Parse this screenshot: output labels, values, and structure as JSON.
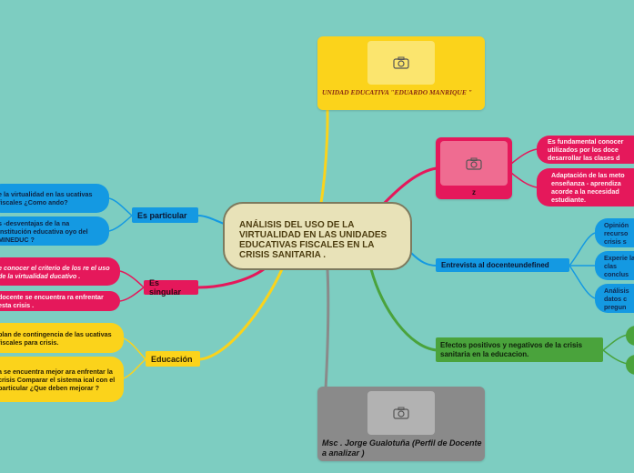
{
  "center": {
    "title": "ANÁLISIS DEL USO DE LA VIRTUALIDAD EN LAS UNIDADES EDUCATIVAS FISCALES EN LA CRISIS SANITARIA ."
  },
  "top_card": {
    "caption": "UNIDAD EDUCATIVA   \"EDUARDO MANRIQUE \""
  },
  "bottom_card": {
    "caption": "Msc .  Jorge Gualotuña (Perfil de Docente a analizar )"
  },
  "z_card": {
    "label": "z"
  },
  "branches": {
    "es_particular": {
      "label": "Es particular",
      "children": [
        "e la virtualidad en las ucativas fiscales ¿Como ando?",
        "s -desventajas de la na institución educativa oyo del MINEDUC ?"
      ]
    },
    "es_singular": {
      "label": "Es singular",
      "children": [
        "e  conocer el criterio de los re el uso de la  virtualidad ducativo .",
        "docente se encuentra ra enfrentar esta crisis ."
      ]
    },
    "educacion": {
      "label": "Educación",
      "children": [
        "plan de contingencia de las ucativas fiscales para crisis.",
        "a se encuentra mejor ara enfrentar la crisis Comparar el sistema ical con el particular ¿Que deben mejorar ?"
      ]
    },
    "z_children": [
      "Es fundamental conocer utilizados por los doce desarrollar las clases d",
      "Adaptación de las meto enseñanza - aprendiza acorde a la necesidad estudiante."
    ],
    "entrevista": {
      "label": "Entrevista al docenteundefined",
      "children": [
        "Opinión recurso crisis s",
        "Experie las clas conclus",
        "Análisis datos  c pregun"
      ]
    },
    "efectos": {
      "label": "Efectos positivos y negativos de la crisis sanitaria en la educacion."
    }
  },
  "icons": {
    "image_placeholder": "camera-icon"
  },
  "colors": {
    "background": "#7dcdc1",
    "yellow": "#fbd31b",
    "pink": "#e5185b",
    "blue": "#1499e2",
    "green": "#4aa33c",
    "gray": "#8a8a8a"
  }
}
